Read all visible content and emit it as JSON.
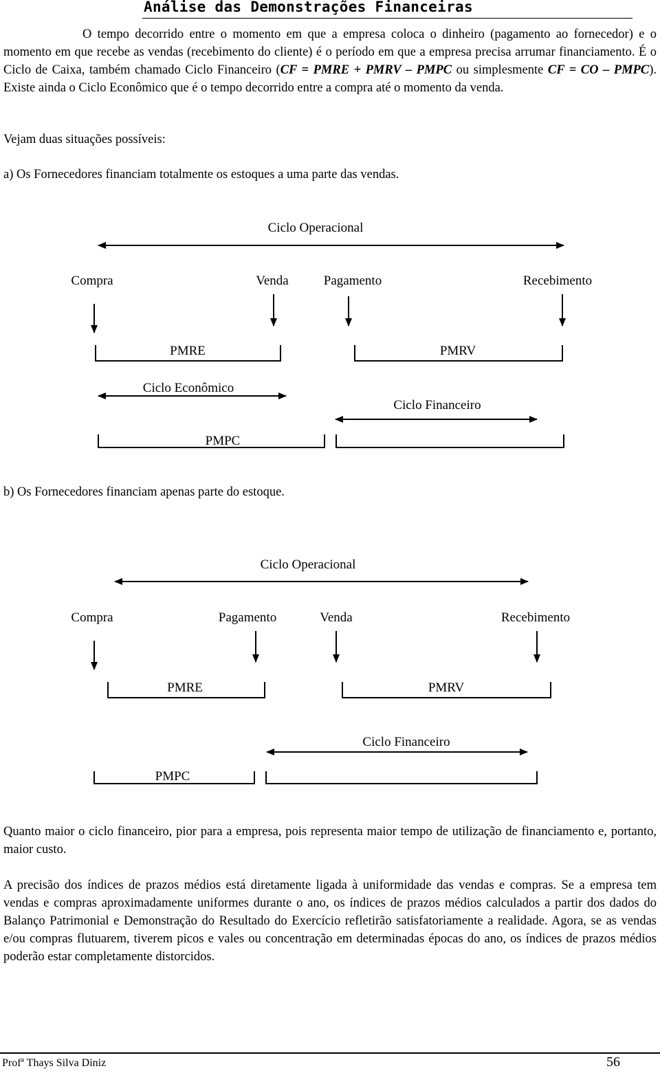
{
  "header": {
    "title": "Análise das Demonstrações Financeiras"
  },
  "paragraphs": {
    "intro_a": "O tempo decorrido entre o momento em que a empresa coloca o dinheiro (pagamento ao fornecedor) e o momento em que recebe as vendas (recebimento do cliente) é o período em que a empresa precisa arrumar financiamento. É o Ciclo de Caixa, também chamado Ciclo Financeiro (",
    "intro_f1": "CF = PMRE + PMRV – PMPC",
    "intro_b": " ou simplesmente ",
    "intro_f2": "CF = CO – PMPC",
    "intro_c": "). Existe ainda o Ciclo Econômico que é o tempo decorrido entre a compra até o momento da venda.",
    "vejam": "Vejam duas situações possíveis:",
    "sit_a": "a) Os Fornecedores financiam totalmente os estoques a uma parte das vendas.",
    "sit_b": "b) Os Fornecedores financiam apenas parte do estoque.",
    "quanto": "Quanto maior o ciclo financeiro, pior para a empresa, pois representa maior tempo de utilização de financiamento e, portanto, maior custo.",
    "precisao": "A precisão dos índices de prazos médios está diretamente ligada à uniformidade das vendas e compras. Se a empresa tem vendas e compras aproximadamente uniformes durante o ano, os índices de prazos médios calculados a partir dos dados do Balanço Patrimonial e Demonstração do Resultado do Exercício refletirão satisfatoriamente a realidade. Agora, se as vendas e/ou compras flutuarem, tiverem picos e vales ou concentração em determinadas épocas do ano, os índices de prazos médios poderão estar completamente distorcidos."
  },
  "diagram_a": {
    "ciclo_operacional": "Ciclo Operacional",
    "compra": "Compra",
    "venda": "Venda",
    "pagamento": "Pagamento",
    "recebimento": "Recebimento",
    "pmre": "PMRE",
    "pmrv": "PMRV",
    "ciclo_economico": "Ciclo Econômico",
    "ciclo_financeiro": "Ciclo Financeiro",
    "pmpc": "PMPC"
  },
  "diagram_b": {
    "ciclo_operacional": "Ciclo Operacional",
    "compra": "Compra",
    "pagamento": "Pagamento",
    "venda": "Venda",
    "recebimento": "Recebimento",
    "pmre": "PMRE",
    "pmrv": "PMRV",
    "ciclo_financeiro": "Ciclo Financeiro",
    "pmpc": "PMPC"
  },
  "footer": {
    "author": "Profª Thays Silva Diniz",
    "page_number": "56"
  }
}
